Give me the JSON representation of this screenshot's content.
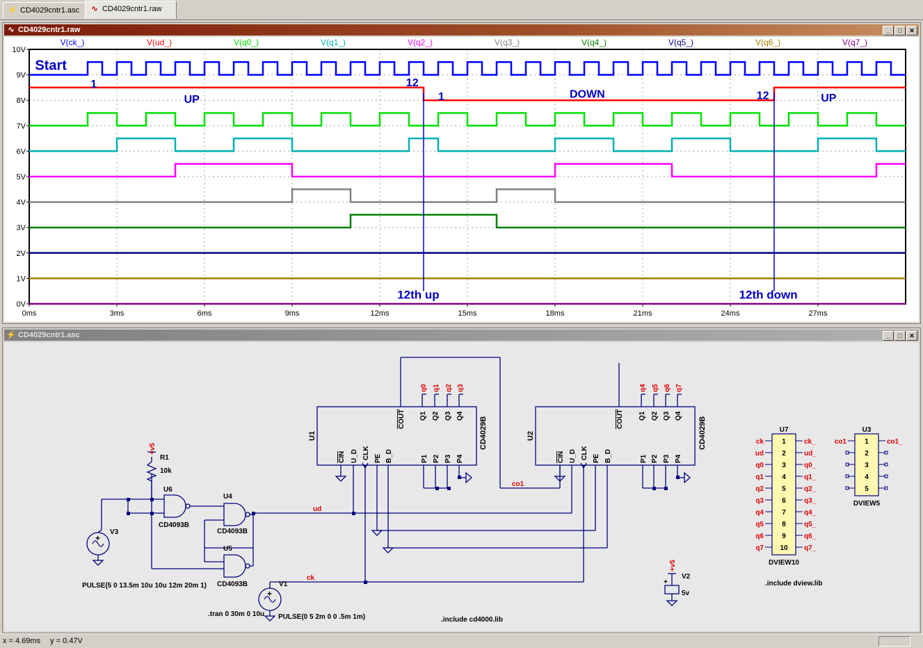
{
  "tabs": [
    {
      "label": "CD4029cntr1.asc",
      "icon": "schematic-icon"
    },
    {
      "label": "CD4029cntr1.raw",
      "icon": "waveform-icon"
    }
  ],
  "waveform_window": {
    "title": "CD4029cntr1.raw"
  },
  "schematic_window": {
    "title": "CD4029cntr1.asc"
  },
  "chart_data": {
    "type": "line",
    "title": "",
    "xlabel": "",
    "ylabel": "",
    "xlim": [
      0,
      30
    ],
    "ylim": [
      0,
      10
    ],
    "x_ticks": [
      "0ms",
      "3ms",
      "6ms",
      "9ms",
      "12ms",
      "15ms",
      "18ms",
      "21ms",
      "24ms",
      "27ms"
    ],
    "y_ticks": [
      "0V",
      "1V",
      "2V",
      "3V",
      "4V",
      "5V",
      "6V",
      "7V",
      "8V",
      "9V",
      "10V"
    ],
    "grid": true,
    "legend_placement": "top",
    "series": [
      {
        "name": "V(ck_)",
        "color": "#0000ff",
        "x": [
          0,
          2,
          2,
          30
        ],
        "y": [
          9,
          9,
          9.5,
          9.5
        ],
        "pulse": {
          "start": 2,
          "period": 1,
          "width": 0.5,
          "low": 9,
          "high": 9.5
        }
      },
      {
        "name": "V(ud_)",
        "color": "#ff0000",
        "x": [
          0,
          13.5,
          13.5,
          25.5,
          25.5,
          30
        ],
        "y": [
          8.5,
          8.5,
          8,
          8,
          8.5,
          8.5
        ]
      },
      {
        "name": "V(q0_)",
        "color": "#00e000",
        "x": [
          0,
          2,
          2,
          3,
          3,
          4,
          4,
          5,
          5,
          6,
          6,
          7,
          7,
          8,
          8,
          9,
          9,
          10,
          10,
          11,
          11,
          12,
          12,
          13,
          13,
          14,
          14,
          15,
          15,
          16,
          16,
          17,
          17,
          18,
          18,
          19,
          19,
          20,
          20,
          21,
          21,
          22,
          22,
          23,
          23,
          24,
          24,
          25,
          25,
          26,
          26,
          27,
          27,
          28,
          28,
          29,
          29,
          30
        ],
        "y": [
          7,
          7,
          7.5,
          7.5,
          7,
          7,
          7.5,
          7.5,
          7,
          7,
          7.5,
          7.5,
          7,
          7,
          7.5,
          7.5,
          7,
          7,
          7.5,
          7.5,
          7,
          7,
          7.5,
          7.5,
          7,
          7,
          7.5,
          7.5,
          7,
          7,
          7.5,
          7.5,
          7,
          7,
          7.5,
          7.5,
          7,
          7,
          7.5,
          7.5,
          7,
          7,
          7.5,
          7.5,
          7,
          7,
          7.5,
          7.5,
          7,
          7,
          7.5,
          7.5,
          7,
          7,
          7.5,
          7.5,
          7,
          7
        ]
      },
      {
        "name": "V(q1_)",
        "color": "#00b0b0",
        "x": [
          0,
          3,
          3,
          5,
          5,
          7,
          7,
          9,
          9,
          13,
          13,
          14,
          14,
          18,
          18,
          20,
          20,
          22,
          22,
          24,
          24,
          26,
          26,
          27,
          27,
          29,
          29,
          30
        ],
        "y": [
          6,
          6,
          6.5,
          6.5,
          6,
          6,
          6.5,
          6.5,
          6,
          6,
          6.5,
          6.5,
          6,
          6,
          6.5,
          6.5,
          6,
          6,
          6.5,
          6.5,
          6,
          6,
          6,
          6,
          6.5,
          6.5,
          6,
          6
        ]
      },
      {
        "name": "V(q2_)",
        "color": "#ff00ff",
        "x": [
          0,
          5,
          5,
          9,
          9,
          18,
          18,
          22,
          22,
          29,
          29,
          30
        ],
        "y": [
          5,
          5,
          5.5,
          5.5,
          5,
          5,
          5.5,
          5.5,
          5,
          5,
          5.5,
          5.5
        ]
      },
      {
        "name": "V(q3_)",
        "color": "#808080",
        "x": [
          0,
          9,
          9,
          11,
          11,
          16,
          16,
          18,
          18,
          30
        ],
        "y": [
          4,
          4,
          4.5,
          4.5,
          4,
          4,
          4.5,
          4.5,
          4,
          4
        ]
      },
      {
        "name": "V(q4_)",
        "color": "#008000",
        "x": [
          0,
          11,
          11,
          16,
          16,
          30
        ],
        "y": [
          3,
          3,
          3.5,
          3.5,
          3,
          3
        ]
      },
      {
        "name": "V(q5_)",
        "color": "#000080",
        "x": [
          0,
          30
        ],
        "y": [
          2,
          2
        ]
      },
      {
        "name": "V(q6_)",
        "color": "#a08000",
        "x": [
          0,
          30
        ],
        "y": [
          1,
          1
        ]
      },
      {
        "name": "V(q7_)",
        "color": "#800080",
        "x": [
          0,
          30
        ],
        "y": [
          0,
          0
        ]
      }
    ],
    "annotations": [
      {
        "text": "Start",
        "x": 0.2,
        "y": 9.2
      },
      {
        "text": "1",
        "x": 2.1,
        "y": 8.5
      },
      {
        "text": "12",
        "x": 12.9,
        "y": 8.55
      },
      {
        "text": "1",
        "x": 14.0,
        "y": 8.0
      },
      {
        "text": "UP",
        "x": 5.3,
        "y": 7.9
      },
      {
        "text": "DOWN",
        "x": 18.5,
        "y": 8.1
      },
      {
        "text": "12",
        "x": 24.9,
        "y": 8.05
      },
      {
        "text": "UP",
        "x": 27.1,
        "y": 7.95
      },
      {
        "text": "12th up",
        "x": 12.6,
        "y": 0.2
      },
      {
        "text": "12th down",
        "x": 24.3,
        "y": 0.2
      }
    ],
    "markers": [
      {
        "label": "12th up",
        "x": 13.5
      },
      {
        "label": "12th down",
        "x": 25.5
      }
    ]
  },
  "schematic": {
    "ic_labels": [
      {
        "id": "U1",
        "ref": "U1",
        "part": "CD4029B"
      },
      {
        "id": "U2",
        "ref": "U2",
        "part": "CD4029B"
      }
    ],
    "pins_top": [
      "COUT",
      "Q1",
      "Q2",
      "Q3",
      "Q4"
    ],
    "pins_bottom": [
      "CIN",
      "U_D",
      "CLK",
      "PE",
      "B_D",
      "P1",
      "P2",
      "P3",
      "P4"
    ],
    "u1_outputs": [
      "q0",
      "q1",
      "q2",
      "q3"
    ],
    "u2_outputs": [
      "q4",
      "q5",
      "q6",
      "q7"
    ],
    "gates": [
      {
        "ref": "U6",
        "part": "CD4093B"
      },
      {
        "ref": "U4",
        "part": "CD4093B"
      },
      {
        "ref": "U5",
        "part": "CD4093B"
      }
    ],
    "r1": {
      "ref": "R1",
      "value": "10k",
      "rail": "+v5"
    },
    "v3": {
      "ref": "V3",
      "value": "PULSE(5 0 13.5m 10u 10u 12m 20m 1)"
    },
    "v1": {
      "ref": "V1",
      "value": "PULSE(0 5 2m 0 0 .5m 1m)"
    },
    "v2": {
      "ref": "V2",
      "value": "5v",
      "rail": "+v5"
    },
    "net_ud": "ud",
    "net_ck": "ck",
    "net_co1": "co1",
    "tran": ".tran 0 30m 0 10u",
    "include_cd": ".include cd4000.lib",
    "include_dview": ".include dview.lib",
    "u7": {
      "ref": "U7",
      "part": "DVIEW10",
      "rows": [
        {
          "n": "1",
          "in": "ck",
          "out": "ck_"
        },
        {
          "n": "2",
          "in": "ud",
          "out": "ud_"
        },
        {
          "n": "3",
          "in": "q0",
          "out": "q0_"
        },
        {
          "n": "4",
          "in": "q1",
          "out": "q1_"
        },
        {
          "n": "5",
          "in": "q2",
          "out": "q2_"
        },
        {
          "n": "6",
          "in": "q3",
          "out": "q3_"
        },
        {
          "n": "7",
          "in": "q4",
          "out": "q4_"
        },
        {
          "n": "8",
          "in": "q5",
          "out": "q5_"
        },
        {
          "n": "9",
          "in": "q6",
          "out": "q6_"
        },
        {
          "n": "10",
          "in": "q7",
          "out": "q7_"
        }
      ]
    },
    "u3": {
      "ref": "U3",
      "part": "DVIEW5",
      "rows": [
        {
          "n": "1",
          "in": "co1",
          "out": "co1_"
        },
        {
          "n": "2",
          "in": "",
          "out": ""
        },
        {
          "n": "3",
          "in": "",
          "out": ""
        },
        {
          "n": "4",
          "in": "",
          "out": ""
        },
        {
          "n": "5",
          "in": "",
          "out": ""
        }
      ]
    }
  },
  "status": {
    "x": "x = 4.69ms",
    "y": "y = 0.47V"
  },
  "colors": {
    "wire": "#000080",
    "net_label": "#ff0000",
    "title_active": "#7b1a08"
  }
}
